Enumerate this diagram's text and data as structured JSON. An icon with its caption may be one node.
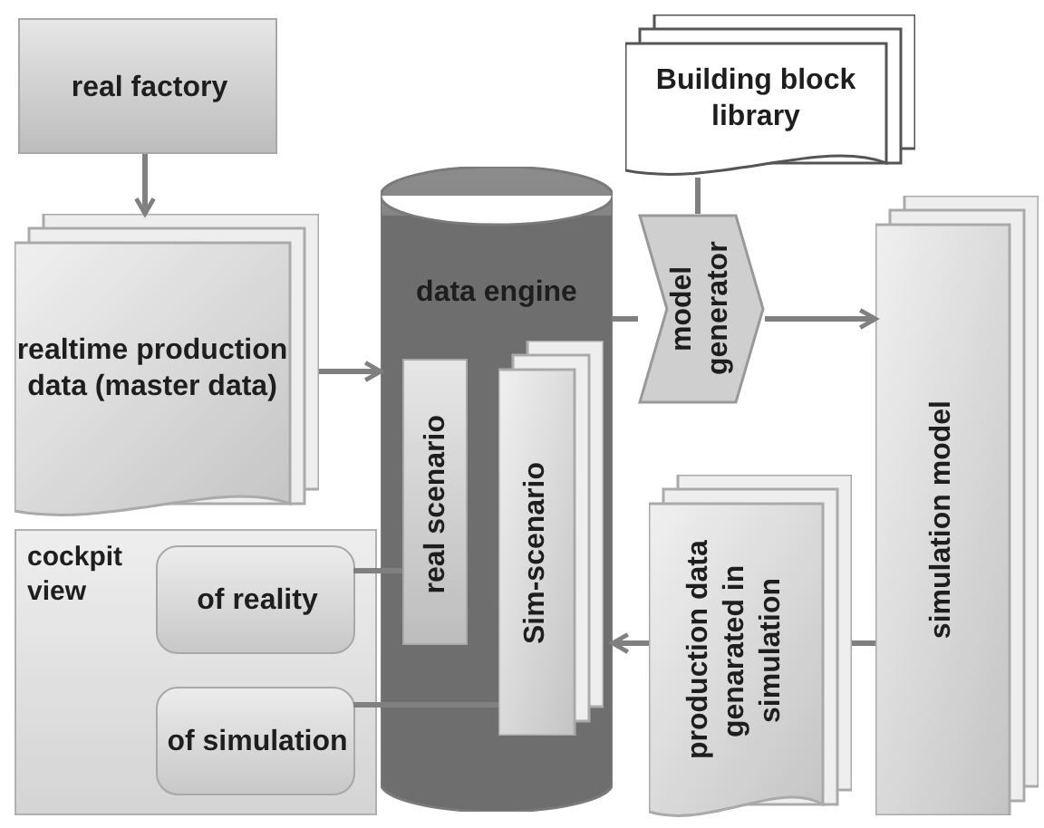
{
  "diagram": {
    "nodes": [
      {
        "text": [
          "real factory"
        ]
      },
      {
        "text": [
          "realtime production data (master data)"
        ]
      },
      {
        "text": [
          "data engine"
        ]
      },
      {
        "text": [
          "real scenario"
        ],
        "in": 2
      },
      {
        "text": [
          "Sim-scenario"
        ],
        "in": 2
      },
      {
        "text": [
          "Building block library"
        ]
      },
      {
        "text": [
          "model generator"
        ]
      },
      {
        "text": [
          "simulation model"
        ]
      },
      {
        "text": [
          "production data genarated in simulation"
        ]
      },
      {
        "text": [
          "cockpit view"
        ]
      },
      {
        "text": [
          "of reality"
        ],
        "in": 9
      },
      {
        "text": [
          "of simulation"
        ],
        "in": 9
      }
    ],
    "edges": [
      {
        "from": 0,
        "to": 1,
        "arrow": "to"
      },
      {
        "from": 1,
        "to": 2,
        "arrow": "to"
      },
      {
        "from": 2,
        "to": 6,
        "arrow": "none"
      },
      {
        "from": 6,
        "to": 7,
        "arrow": "to"
      },
      {
        "from": 5,
        "to": 6,
        "arrow": "none"
      },
      {
        "from": 7,
        "to": 8,
        "arrow": "none"
      },
      {
        "from": 8,
        "to": 2,
        "arrow": "to"
      },
      {
        "from": 10,
        "to": 3,
        "arrow": "none"
      },
      {
        "from": 11,
        "to": 4,
        "arrow": "none"
      }
    ]
  }
}
